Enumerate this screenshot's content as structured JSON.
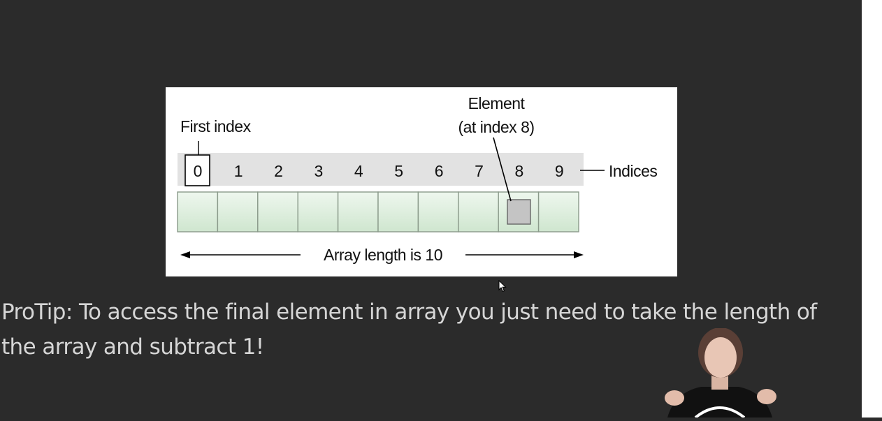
{
  "diagram": {
    "element_label_line1": "Element",
    "element_label_line2": "(at index 8)",
    "first_index_label": "First index",
    "indices": [
      "0",
      "1",
      "2",
      "3",
      "4",
      "5",
      "6",
      "7",
      "8",
      "9"
    ],
    "indices_label": "Indices",
    "length_label": "Array length is 10",
    "highlighted_index": 8,
    "colors": {
      "index_band": "#e2e2e2",
      "cell_fill": "#d8ecd8",
      "cell_border": "#8a9a8a",
      "element_box": "#c4c4c4"
    }
  },
  "caption": {
    "text": "ProTip: To access the final element in array you just need to take the length of the array and subtract 1!"
  },
  "presenter": {
    "icon": "presenter-video-thumbnail"
  },
  "cursor": {
    "icon": "mouse-pointer-icon"
  }
}
